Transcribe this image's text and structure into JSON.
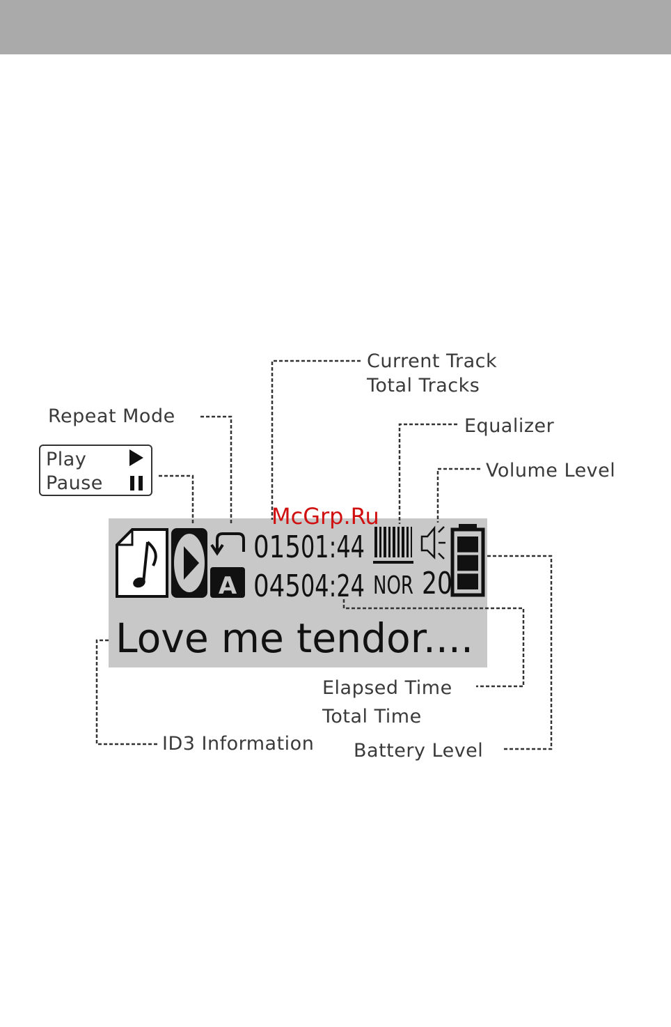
{
  "watermark": "McGrp.Ru",
  "labels": {
    "current_track": "Current Track",
    "total_tracks": "Total Tracks",
    "repeat_mode": "Repeat Mode",
    "equalizer": "Equalizer",
    "volume_level": "Volume Level",
    "play": "Play",
    "pause": "Pause",
    "elapsed_time": "Elapsed Time",
    "total_time": "Total Time",
    "id3_information": "ID3 Information",
    "battery_level": "Battery Level"
  },
  "lcd": {
    "current_track": "015",
    "elapsed_time": "01:44",
    "total_tracks": "045",
    "total_time": "04:24",
    "equalizer_mode": "NOR",
    "volume": "20",
    "repeat_badge": "A",
    "id3_text": "Love me tendor....",
    "battery_bars_filled": 3,
    "battery_bars_total": 3
  },
  "colors": {
    "header_bar": "#aaaaaa",
    "lcd_background": "#c8c8c8",
    "watermark": "#d01010"
  },
  "icons": [
    "music-note-icon",
    "play-icon",
    "pause-icon",
    "repeat-icon",
    "equalizer-bars-icon",
    "speaker-icon",
    "battery-icon"
  ]
}
